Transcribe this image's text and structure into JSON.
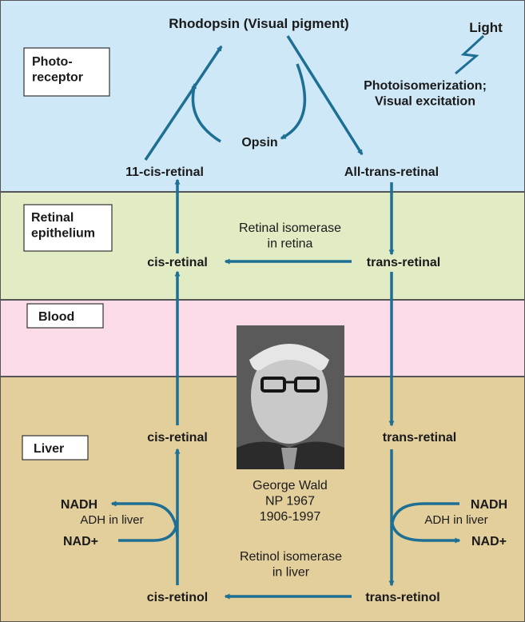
{
  "zones": {
    "photoreceptor": "Photo-\nreceptor",
    "retinal_epithelium": "Retinal\nepithelium",
    "blood": "Blood",
    "liver": "Liver"
  },
  "nodes": {
    "rhodopsin": "Rhodopsin (Visual pigment)",
    "light": "Light",
    "photoisomerization": "Photoisomerization;\nVisual excitation",
    "opsin": "Opsin",
    "cis11_retinal": "11-cis-retinal",
    "all_trans_retinal": "All-trans-retinal",
    "cis_retinal_epithelium": "cis-retinal",
    "trans_retinal_epithelium": "trans-retinal",
    "cis_retinal_liver": "cis-retinal",
    "trans_retinal_liver": "trans-retinal",
    "cis_retinol": "cis-retinol",
    "trans_retinol": "trans-retinol",
    "nadh_left": "NADH",
    "nad_left": "NAD+",
    "nadh_right": "NADH",
    "nad_right": "NAD+"
  },
  "enzymes": {
    "retinal_isomerase": "Retinal isomerase\nin retina",
    "adh_left": "ADH in liver",
    "adh_right": "ADH in liver",
    "retinol_isomerase": "Retinol isomerase\nin liver"
  },
  "portrait_caption": "George Wald\nNP 1967\n1906-1997",
  "colors": {
    "photoreceptor_bg": "#cfe8f7",
    "epithelium_bg": "#e2ecc4",
    "blood_bg": "#fbdbe8",
    "liver_bg": "#e3cf9c",
    "arrow": "#1d6f94"
  }
}
